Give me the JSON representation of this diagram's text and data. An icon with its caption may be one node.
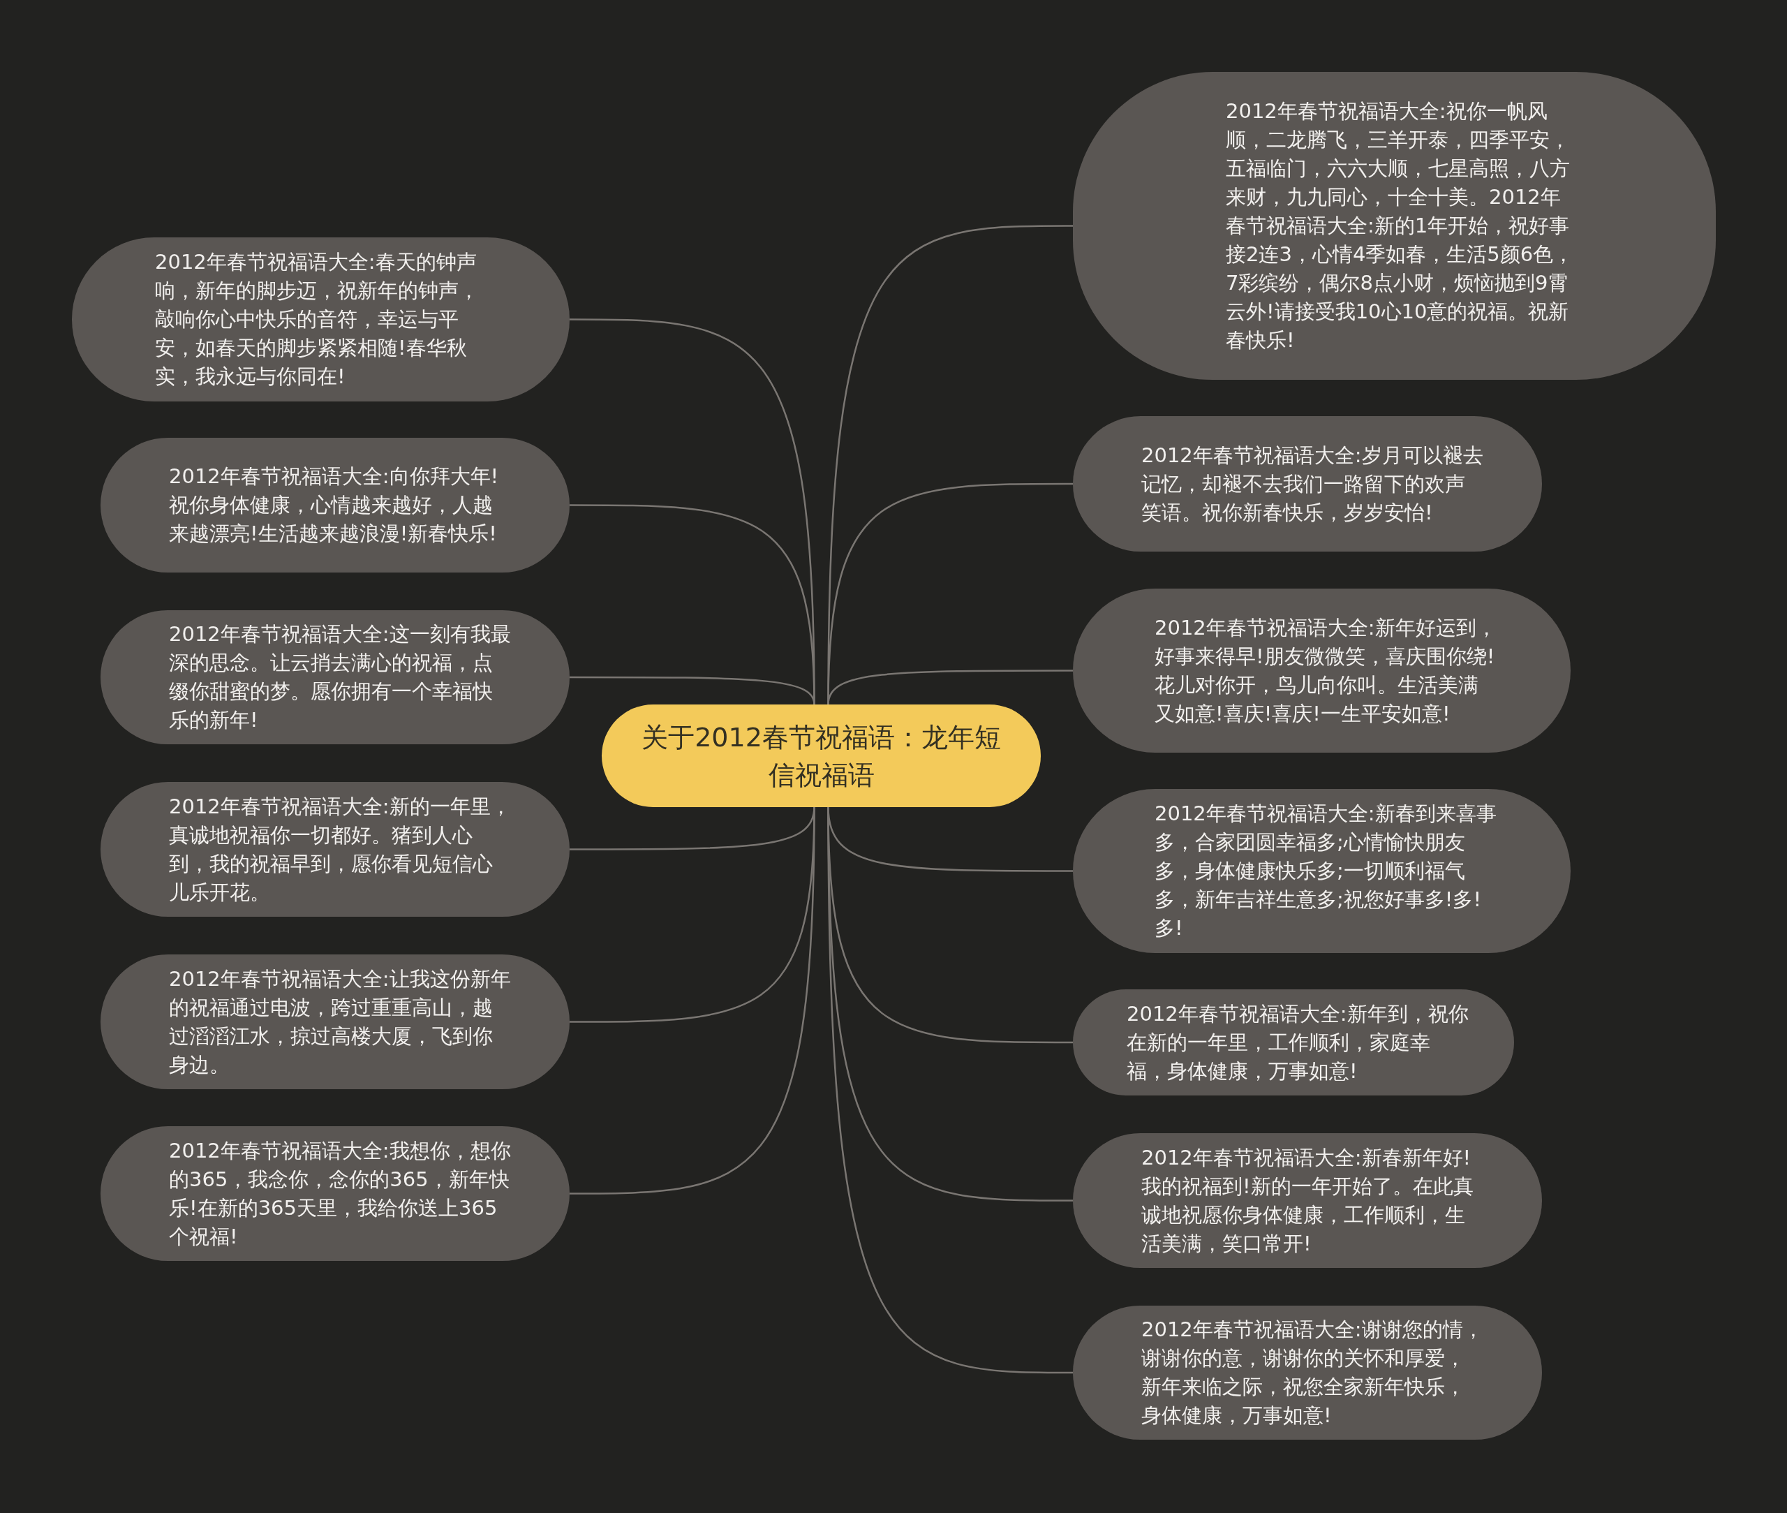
{
  "diagram": {
    "nodes": [
      {
        "text": [
          "关于2012春节祝福语：龙年短信祝福语"
        ]
      },
      {
        "text": [
          "2012年春节祝福语大全:春天的钟声响，新年的脚步迈，祝新年的钟声，敲响你心中快乐的音符，幸运与平安，如春天的脚步紧紧相随!春华秋实，我永远与你同在!"
        ]
      },
      {
        "text": [
          "2012年春节祝福语大全:向你拜大年!祝你身体健康，心情越来越好，人越来越漂亮!生活越来越浪漫!新春快乐!"
        ]
      },
      {
        "text": [
          "2012年春节祝福语大全:这一刻有我最深的思念。让云捎去满心的祝福，点缀你甜蜜的梦。愿你拥有一个幸福快乐的新年!"
        ]
      },
      {
        "text": [
          "2012年春节祝福语大全:新的一年里，真诚地祝福你一切都好。猪到人心到，我的祝福早到，愿你看见短信心儿乐开花。"
        ]
      },
      {
        "text": [
          "2012年春节祝福语大全:让我这份新年的祝福通过电波，跨过重重高山，越过滔滔江水，掠过高楼大厦，飞到你身边。"
        ]
      },
      {
        "text": [
          "2012年春节祝福语大全:我想你，想你的365，我念你，念你的365，新年快乐!在新的365天里，我给你送上365个祝福!"
        ]
      },
      {
        "text": [
          "2012年春节祝福语大全:祝你一帆风顺，二龙腾飞，三羊开泰，四季平安，五福临门，六六大顺，七星高照，八方来财，九九同心，十全十美。2012年春节祝福语大全:新的1年开始，祝好事接2连3，心情4季如春，生活5颜6色，7彩缤纷，偶尔8点小财，烦恼抛到9霄云外!请接受我10心10意的祝福。祝新春快乐!"
        ]
      },
      {
        "text": [
          "2012年春节祝福语大全:岁月可以褪去记忆，却褪不去我们一路留下的欢声笑语。祝你新春快乐，岁岁安怡!"
        ]
      },
      {
        "text": [
          "2012年春节祝福语大全:新年好运到，好事来得早!朋友微微笑，喜庆围你绕!花儿对你开，鸟儿向你叫。生活美满又如意!喜庆!喜庆!一生平安如意!"
        ]
      },
      {
        "text": [
          "2012年春节祝福语大全:新春到来喜事多，合家团圆幸福多;心情愉快朋友多，身体健康快乐多;一切顺利福气多，新年吉祥生意多;祝您好事多!多!多!"
        ]
      },
      {
        "text": [
          "2012年春节祝福语大全:新年到，祝你在新的一年里，工作顺利，家庭幸福，身体健康，万事如意!"
        ]
      },
      {
        "text": [
          "2012年春节祝福语大全:新春新年好!我的祝福到!新的一年开始了。在此真诚地祝愿你身体健康，工作顺利，生活美满，笑口常开!"
        ]
      },
      {
        "text": [
          "2012年春节祝福语大全:谢谢您的情，谢谢你的意，谢谢你的关怀和厚爱，新年来临之际，祝您全家新年快乐，身体健康，万事如意!"
        ]
      }
    ],
    "edges": [
      {
        "from": 0,
        "to": 1,
        "arrow": "none"
      },
      {
        "from": 0,
        "to": 2,
        "arrow": "none"
      },
      {
        "from": 0,
        "to": 3,
        "arrow": "none"
      },
      {
        "from": 0,
        "to": 4,
        "arrow": "none"
      },
      {
        "from": 0,
        "to": 5,
        "arrow": "none"
      },
      {
        "from": 0,
        "to": 6,
        "arrow": "none"
      },
      {
        "from": 0,
        "to": 7,
        "arrow": "none"
      },
      {
        "from": 0,
        "to": 8,
        "arrow": "none"
      },
      {
        "from": 0,
        "to": 9,
        "arrow": "none"
      },
      {
        "from": 0,
        "to": 10,
        "arrow": "none"
      },
      {
        "from": 0,
        "to": 11,
        "arrow": "none"
      },
      {
        "from": 0,
        "to": 12,
        "arrow": "none"
      },
      {
        "from": 0,
        "to": 13,
        "arrow": "none"
      }
    ]
  }
}
